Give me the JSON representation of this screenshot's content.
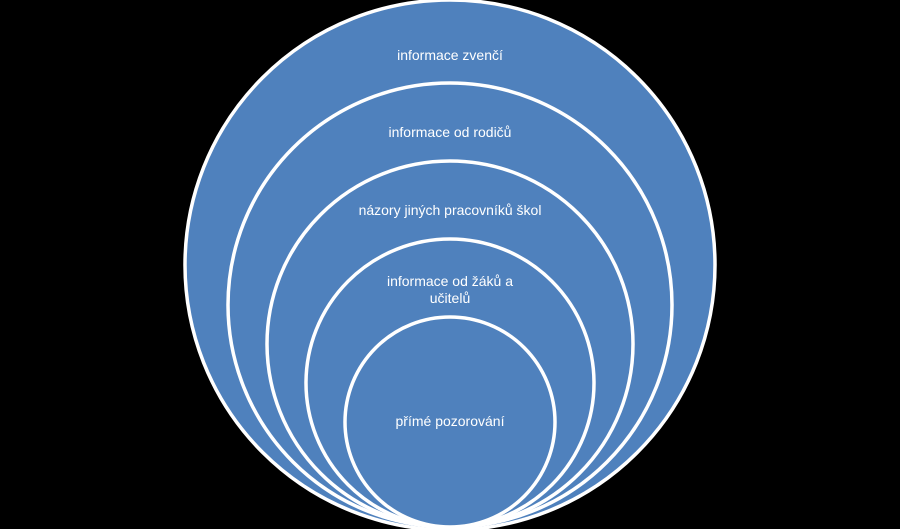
{
  "diagram": {
    "type": "nested-circles",
    "colors": {
      "background": "#000000",
      "fill": "#4F81BD",
      "stroke": "#FFFFFF",
      "text": "#FFFFFF"
    },
    "rings": [
      {
        "label": "informace zvenčí"
      },
      {
        "label": "informace od rodičů"
      },
      {
        "label": "názory jiných pracovníků škol"
      },
      {
        "label": "informace od žáků a",
        "label_line2": "učitelů"
      },
      {
        "label": "přímé pozorování"
      }
    ]
  }
}
